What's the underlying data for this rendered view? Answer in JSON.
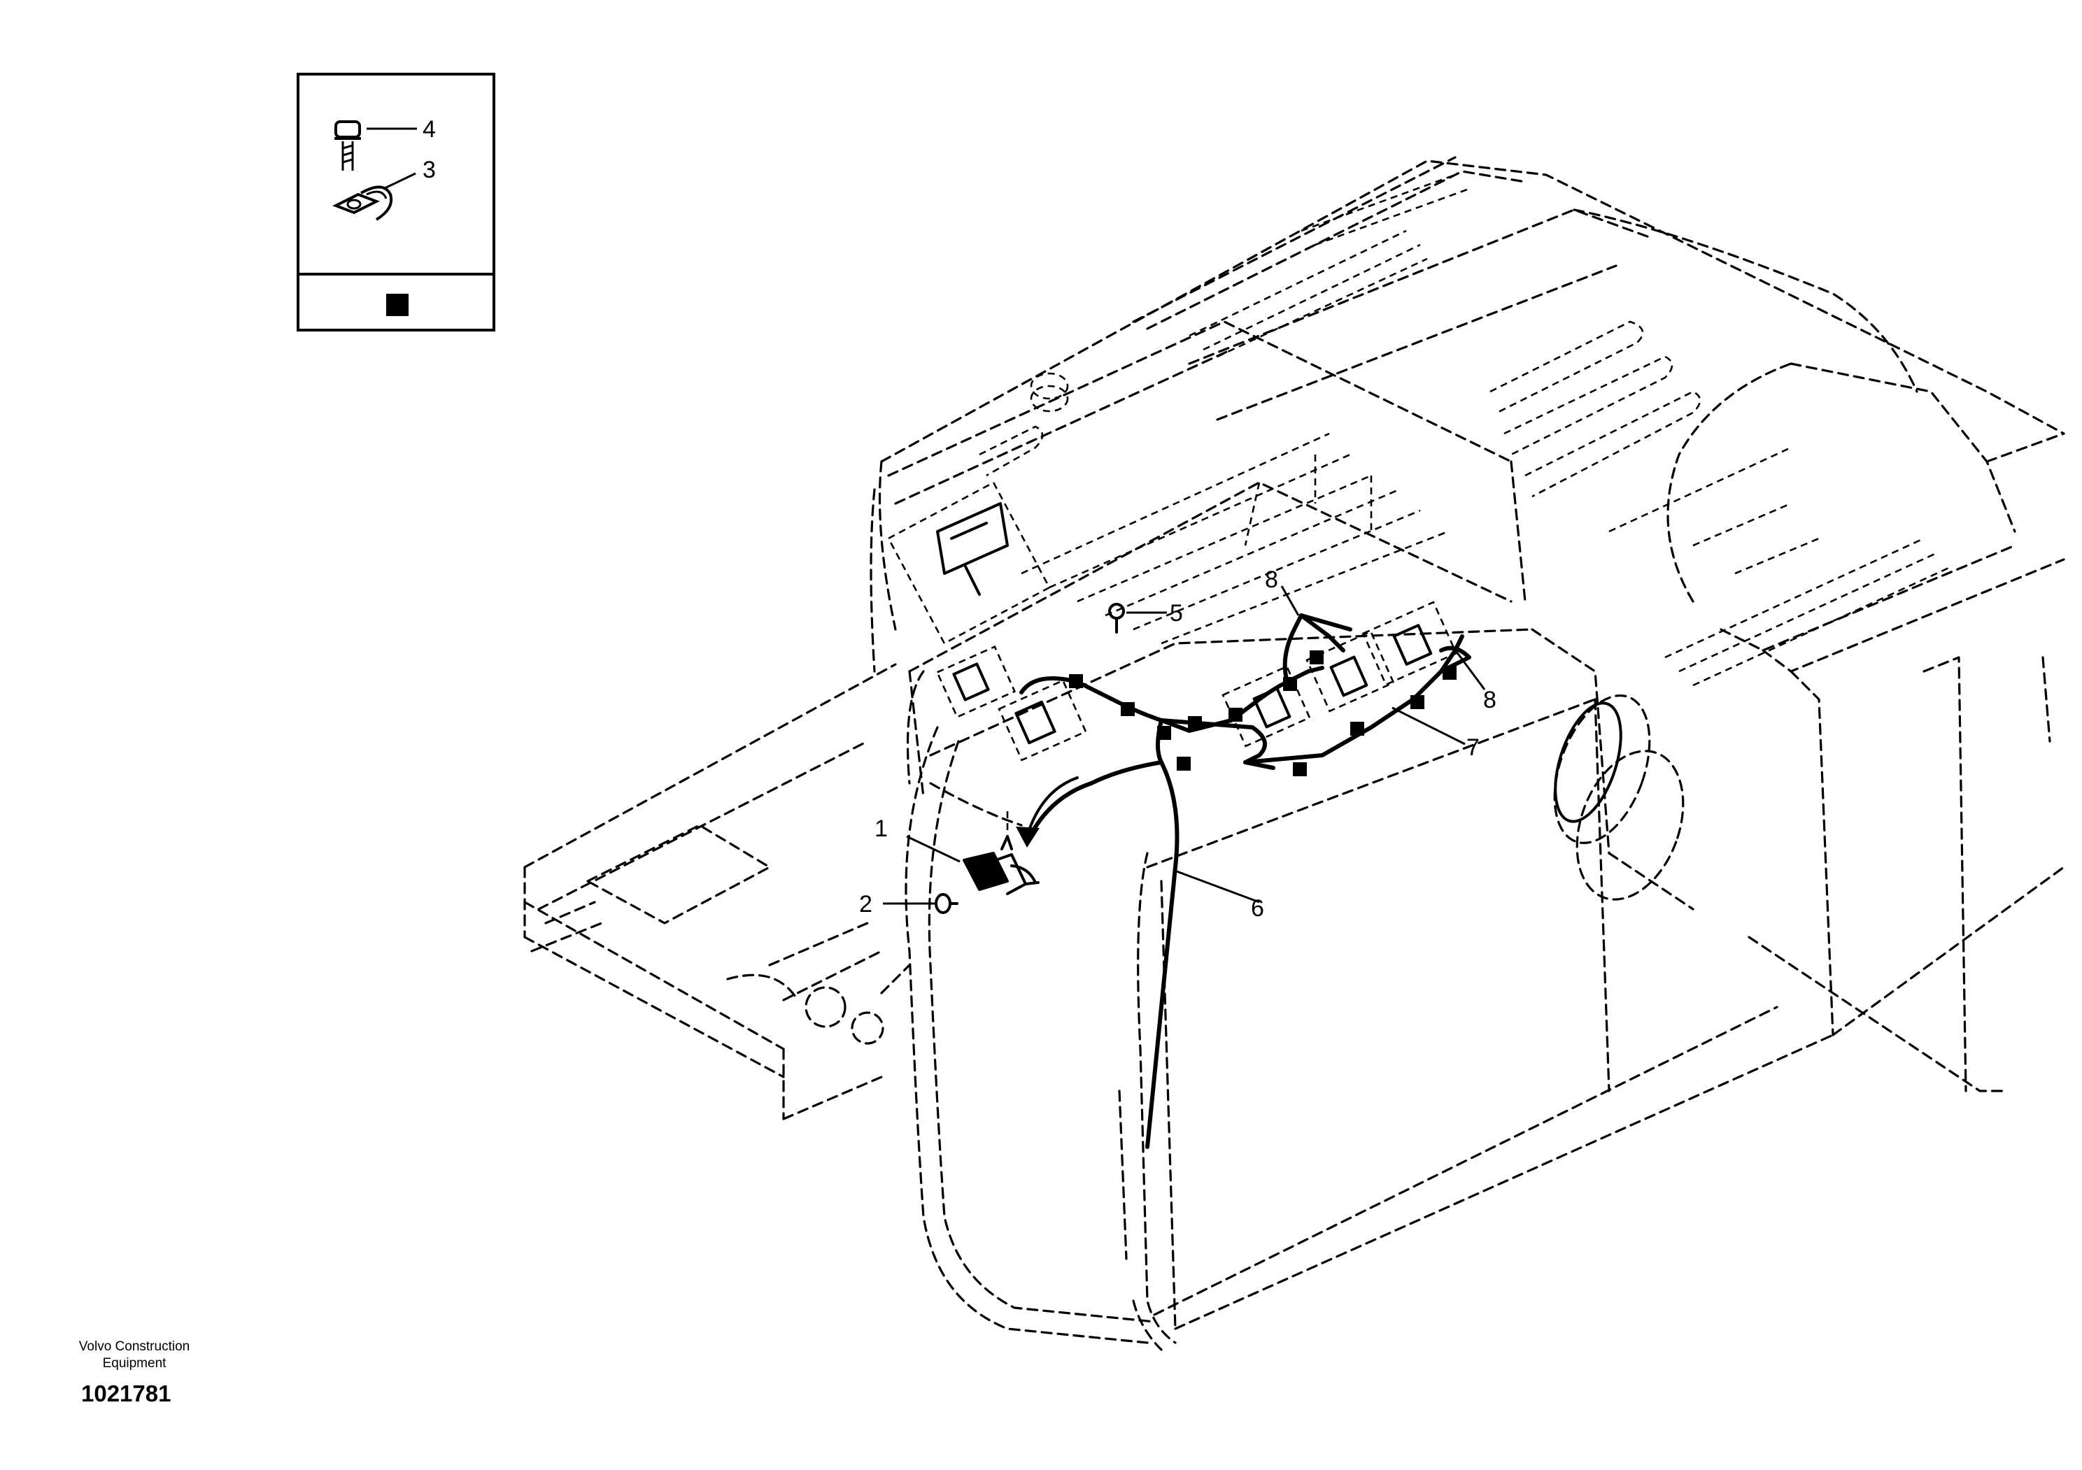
{
  "legend": {
    "callouts": [
      "4",
      "3"
    ]
  },
  "callouts": {
    "c1": "1",
    "c2": "2",
    "c5": "5",
    "c6": "6",
    "c7": "7",
    "c8a": "8",
    "c8b": "8"
  },
  "footer": {
    "publisher_line1": "Volvo Construction",
    "publisher_line2": "Equipment",
    "drawing_number": "1021781"
  }
}
